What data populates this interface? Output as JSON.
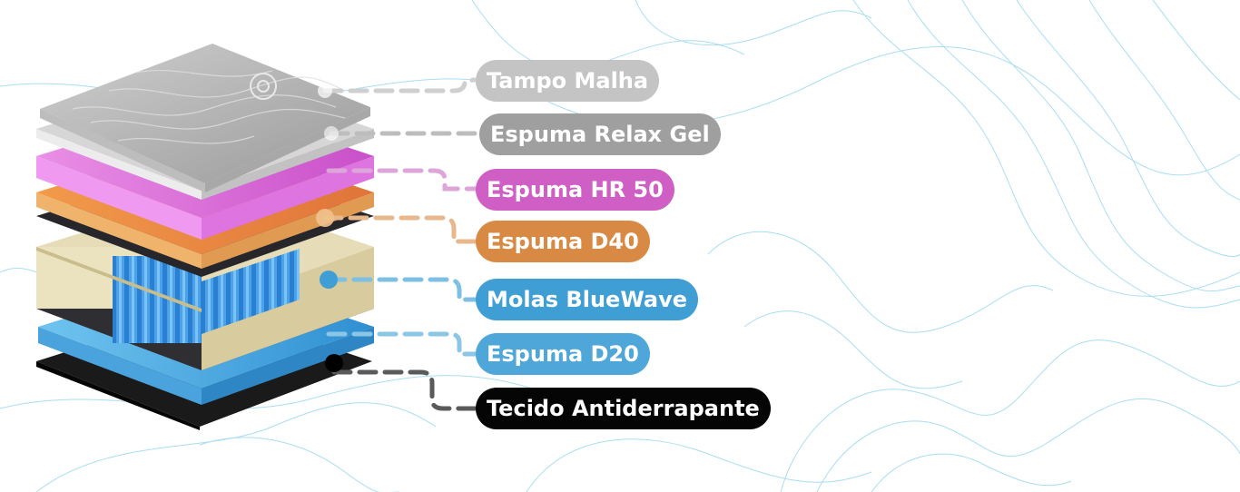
{
  "colors": {
    "background": "#ffffff",
    "contour": "#a9def2",
    "mesh": "#c4c4c4",
    "relax_gel": "#9f9f9f",
    "hr50": "#cf5fc4",
    "d40": "#d88a44",
    "bluewave": "#3f9fd4",
    "d20": "#4fa7d9",
    "tecido": "#050505"
  },
  "layers": [
    {
      "id": "tampo-malha",
      "label": "Tampo Malha",
      "color": "#c4c4c4"
    },
    {
      "id": "espuma-relax-gel",
      "label": "Espuma Relax Gel",
      "color": "#9f9f9f"
    },
    {
      "id": "espuma-hr-50",
      "label": "Espuma HR 50",
      "color": "#cf5fc4"
    },
    {
      "id": "espuma-d40",
      "label": "Espuma D40",
      "color": "#d88a44"
    },
    {
      "id": "molas-bluewave",
      "label": "Molas BlueWave",
      "color": "#3f9fd4"
    },
    {
      "id": "espuma-d20",
      "label": "Espuma D20",
      "color": "#4fa7d9"
    },
    {
      "id": "tecido-antiderrapante",
      "label": "Tecido Antiderrapante",
      "color": "#050505"
    }
  ]
}
